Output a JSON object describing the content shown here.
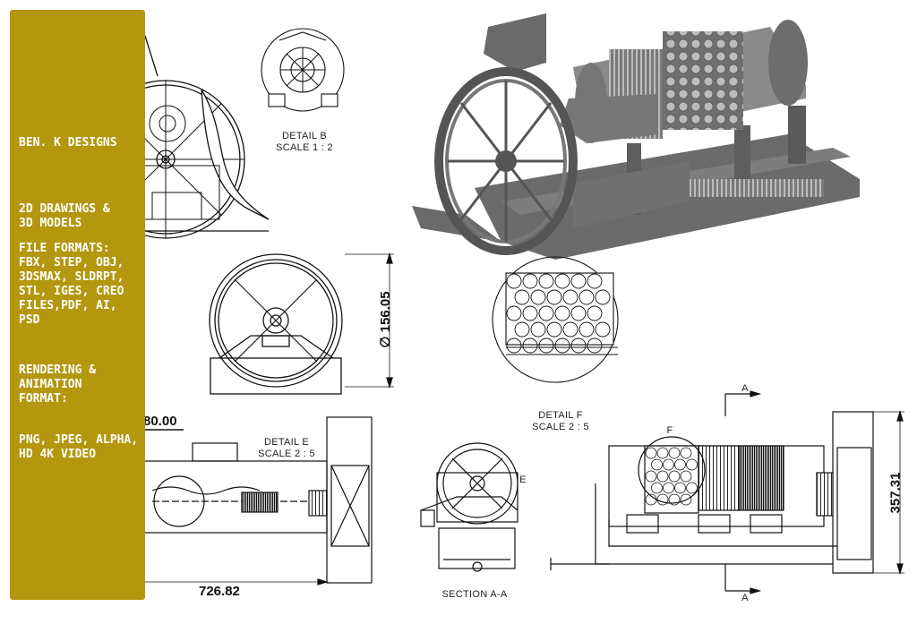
{
  "panel": {
    "brand": "BEN. K DESIGNS",
    "services": "2D DRAWINGS &\n3D MODELS",
    "file_formats": "FILE FORMATS:\nFBX, STEP, OBJ,\n3DSMAX, SLDRPT,\nSTL, IGES, CREO\nFILES,PDF, AI, PSD",
    "rendering": "RENDERING &\nANIMATION\nFORMAT:",
    "output_formats": "PNG, JPEG, ALPHA,\nHD 4K VIDEO",
    "background_color": "#b3970e"
  },
  "labels": {
    "detail_b": "DETAIL B",
    "detail_b_scale": "SCALE 1 : 2",
    "detail_e": "DETAIL E",
    "detail_e_scale": "SCALE 2 : 5",
    "detail_f": "DETAIL F",
    "detail_f_scale": "SCALE 2 : 5",
    "section_aa": "SECTION A-A",
    "marker_a_top": "A",
    "marker_a_bottom": "A",
    "marker_e": "E",
    "marker_f": "F"
  },
  "dimensions": {
    "diameter": "∅ 156.05",
    "width_top": "80.00",
    "length_bottom": "726.82",
    "height_right": "357.31"
  }
}
